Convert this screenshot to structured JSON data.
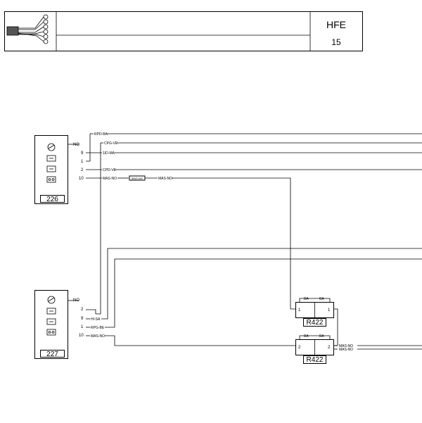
{
  "header": {
    "code": "HFE",
    "number": "15"
  },
  "components": {
    "c226": {
      "label": "226",
      "pins": {
        "no": "NO",
        "p9": "9",
        "p1": "1",
        "p2": "2",
        "p10": "10"
      }
    },
    "c227": {
      "label": "227",
      "pins": {
        "no": "NO",
        "p2": "2",
        "p9": "9",
        "p1": "1",
        "p10": "10"
      }
    },
    "r422_top": {
      "label": "R422",
      "terminals": {
        "left_wire": "BA",
        "right_wire": "BA",
        "left_pin": "1",
        "right_pin": "1"
      }
    },
    "r422_bottom": {
      "label": "R422",
      "terminals": {
        "left_wire": "BA",
        "right_wire": "BA",
        "left_pin": "2",
        "right_pin": "2"
      }
    }
  },
  "wires": {
    "rpd_ba": "RPD-BA",
    "cpg_ve": "CPG-VE",
    "id_ma": "1ID-MA",
    "cpd_ve": "CPD-VE",
    "mas_no": "MAS-NO",
    "conn_mas_no": "MAS-NO",
    "mas_no_2": "MAS-NO",
    "hi_sa": "HI-SA",
    "rpg_be": "RPG-BE",
    "mas_no_227": "MAS-NO",
    "mas_no_out1": "MAS-NO",
    "mas_no_out2": "MAS-NO"
  }
}
